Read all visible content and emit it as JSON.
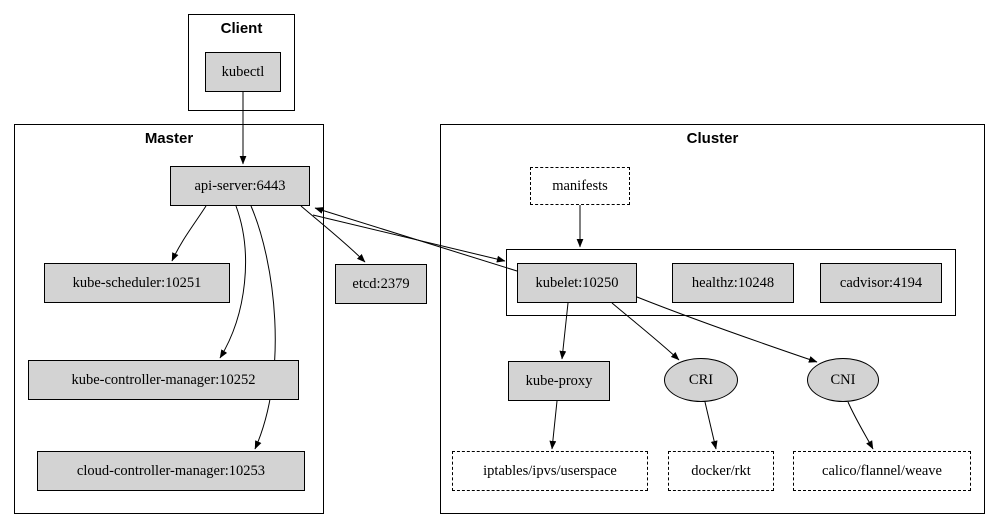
{
  "diagram": {
    "clusters": {
      "client": {
        "label": "Client"
      },
      "master": {
        "label": "Master"
      },
      "cluster": {
        "label": "Cluster"
      }
    },
    "nodes": {
      "kubectl": {
        "label": "kubectl",
        "shape": "box",
        "fill": "#d3d3d3"
      },
      "api_server": {
        "label": "api-server:6443",
        "shape": "box",
        "fill": "#d3d3d3"
      },
      "kube_scheduler": {
        "label": "kube-scheduler:10251",
        "shape": "box",
        "fill": "#d3d3d3"
      },
      "kube_controller_manager": {
        "label": "kube-controller-manager:10252",
        "shape": "box",
        "fill": "#d3d3d3"
      },
      "cloud_controller_manager": {
        "label": "cloud-controller-manager:10253",
        "shape": "box",
        "fill": "#d3d3d3"
      },
      "etcd": {
        "label": "etcd:2379",
        "shape": "box",
        "fill": "#d3d3d3"
      },
      "manifests": {
        "label": "manifests",
        "shape": "dashed-box",
        "fill": "#ffffff"
      },
      "kubelet": {
        "label": "kubelet:10250",
        "shape": "box",
        "fill": "#d3d3d3"
      },
      "healthz": {
        "label": "healthz:10248",
        "shape": "box",
        "fill": "#d3d3d3"
      },
      "cadvisor": {
        "label": "cadvisor:4194",
        "shape": "box",
        "fill": "#d3d3d3"
      },
      "kube_proxy": {
        "label": "kube-proxy",
        "shape": "box",
        "fill": "#d3d3d3"
      },
      "cri": {
        "label": "CRI",
        "shape": "ellipse",
        "fill": "#d3d3d3"
      },
      "cni": {
        "label": "CNI",
        "shape": "ellipse",
        "fill": "#d3d3d3"
      },
      "iptables": {
        "label": "iptables/ipvs/userspace",
        "shape": "dashed-box",
        "fill": "#ffffff"
      },
      "docker": {
        "label": "docker/rkt",
        "shape": "dashed-box",
        "fill": "#ffffff"
      },
      "calico": {
        "label": "calico/flannel/weave",
        "shape": "dashed-box",
        "fill": "#ffffff"
      }
    },
    "edges": [
      {
        "from": "kubectl",
        "to": "api_server"
      },
      {
        "from": "api_server",
        "to": "kube_scheduler"
      },
      {
        "from": "api_server",
        "to": "kube_controller_manager"
      },
      {
        "from": "api_server",
        "to": "cloud_controller_manager"
      },
      {
        "from": "api_server",
        "to": "etcd"
      },
      {
        "from": "kubelet",
        "to": "api_server"
      },
      {
        "from": "api_server",
        "to": "kubelet"
      },
      {
        "from": "manifests",
        "to": "kubelet"
      },
      {
        "from": "kubelet",
        "to": "kube_proxy"
      },
      {
        "from": "kubelet",
        "to": "cri"
      },
      {
        "from": "kubelet",
        "to": "cni"
      },
      {
        "from": "kube_proxy",
        "to": "iptables"
      },
      {
        "from": "cri",
        "to": "docker"
      },
      {
        "from": "cni",
        "to": "calico"
      }
    ],
    "colors": {
      "node_fill": "#d3d3d3",
      "border": "#000000",
      "background": "#ffffff"
    }
  }
}
